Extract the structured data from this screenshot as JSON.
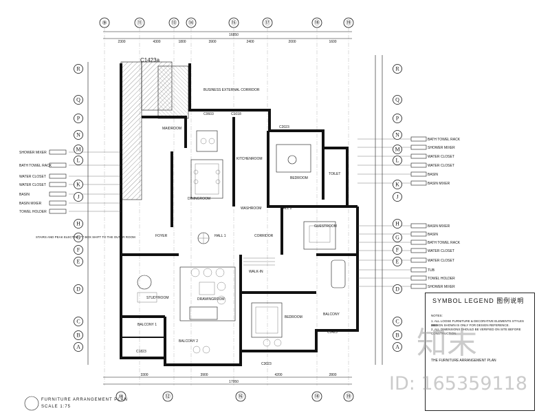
{
  "grid": {
    "top": [
      "⑨",
      "⑪",
      "⑬",
      "⑭",
      "⑮",
      "⑰",
      "⑱",
      "⑲"
    ],
    "bottom": [
      "⑩",
      "⑫",
      "⑯",
      "⑱",
      "⑲"
    ],
    "left": [
      "R",
      "Q",
      "P",
      "N",
      "M",
      "L",
      "K",
      "J",
      "H",
      "G",
      "F",
      "E",
      "D",
      "C",
      "B",
      "A"
    ],
    "right": [
      "R",
      "Q",
      "P",
      "N",
      "M",
      "L",
      "K",
      "J",
      "H",
      "G",
      "F",
      "E",
      "D",
      "C",
      "B",
      "A"
    ]
  },
  "dimensions": {
    "top_total": "16850",
    "top_segments": [
      "2300",
      "4300",
      "1800",
      "3900",
      "2400",
      "2000",
      "1600"
    ],
    "bottom_total": "17950",
    "bottom_segments": [
      "3300",
      "3900",
      "4200",
      "2800"
    ]
  },
  "rooms": {
    "window_tag_top": "C1423a",
    "note_top": "BUSINESS EXTERNAL CORRIDOR",
    "maid_room": "MAIDROOM",
    "kitchen": "KITCHENROOM",
    "dining": "DININGROOM",
    "washroom": "WASHROOM",
    "hall1": "HALL 1",
    "hall2": "HALL 2",
    "foyer": "FOYER",
    "corridor": "CORRIDOR",
    "study": "STUDYROOM",
    "drawing": "DRAWINGROOM",
    "guestroom": "GUESTROOM",
    "bedroom": "BEDROOM",
    "master_bedroom": "BEDROOM",
    "toilet": "TOILET",
    "balcony1": "BALCONY 1",
    "balcony2": "BALCONY 2",
    "balcony3": "BALCONY",
    "walkin": "WALK-IN",
    "tag_c0603": "C0603",
    "tag_c1018": "C1018",
    "tag_c2023": "C2023",
    "tag_c1423": "C1423",
    "tag_c1823": "C1823",
    "tag_c3023": "C3023"
  },
  "left_labels": [
    "SHOWER MIXER",
    "BATH TOWEL RACK",
    "WATER CLOSET",
    "WATER CLOSET",
    "BASIN",
    "BASIN MIXER",
    "TOWEL HOLDER"
  ],
  "left_note": "STAIRS AND PEAK ELECTRICITY BOX SHIFT TO THE OUTER ROOM",
  "right_labels_top": [
    "BATH TOWEL RACK",
    "SHOWER MIXER",
    "WATER CLOSET",
    "WATER CLOSET",
    "BASIN",
    "BASIN MIXER"
  ],
  "right_labels_bottom": [
    "BASIN MIXER",
    "BASIN",
    "BATH TOWEL RACK",
    "WATER CLOSET",
    "WATER CLOSET",
    "TUB",
    "TOWEL HOLDER",
    "SHOWER MIXER"
  ],
  "legend": {
    "title": "SYMBOL LEGEND   图例说明",
    "note_header": "NOTES:",
    "notes": [
      "1. ALL LOOSE FURNITURE & DECORATIVE ELEMENTS STYLES AND",
      "   DESIGN SHOWN IS ONLY FOR DESIGN REFERENCE.",
      "2. ALL DIMENSIONS SHOULD BE VERIFIED ON SITE BEFORE",
      "   CONSTRUCTION."
    ],
    "footer": "THE FURNITURE ARRANGEMENT PLAN"
  },
  "caption": {
    "line1": "FURNITURE ARRANGEMENT PLAN",
    "line2": "SCALE 1:75"
  },
  "watermark": {
    "brand": "知末",
    "id": "ID: 165359118"
  }
}
